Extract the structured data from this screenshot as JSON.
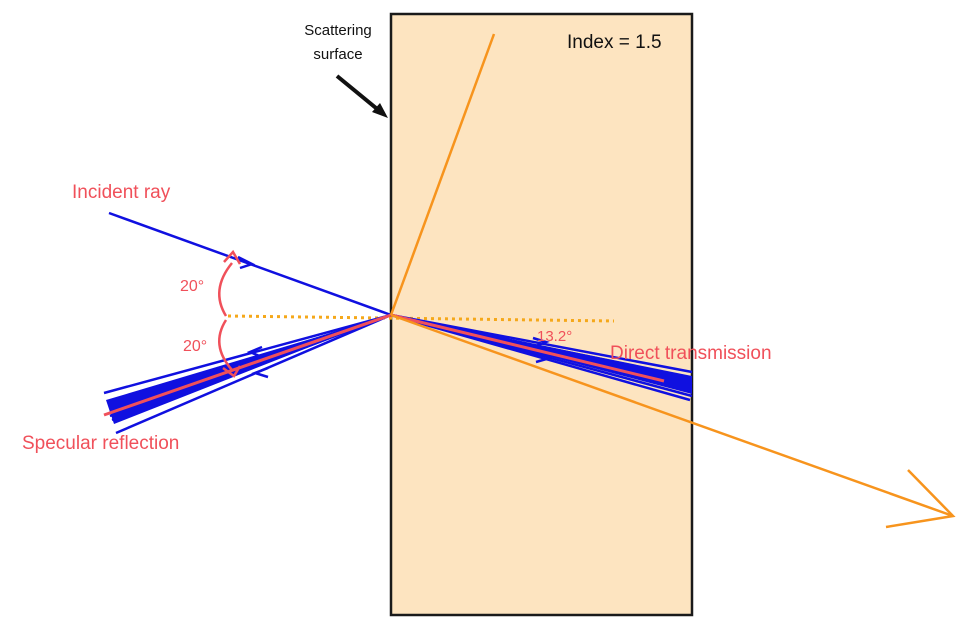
{
  "labels": {
    "scattering_surface_line1": "Scattering",
    "scattering_surface_line2": "surface",
    "index": "Index = 1.5",
    "incident_ray": "Incident ray",
    "angle_top": "20°",
    "angle_bottom": "20°",
    "angle_refraction": "13.2°",
    "direct_transmission": "Direct transmission",
    "specular_reflection": "Specular reflection"
  },
  "colors": {
    "slab_fill": "#fde4c0",
    "slab_stroke": "#1a1a1a",
    "ray_blue": "#1010e0",
    "ray_orange": "#f7941d",
    "ray_red": "#f0505a",
    "normal_dotted": "#f5a81a",
    "arrow_black": "#111111"
  }
}
